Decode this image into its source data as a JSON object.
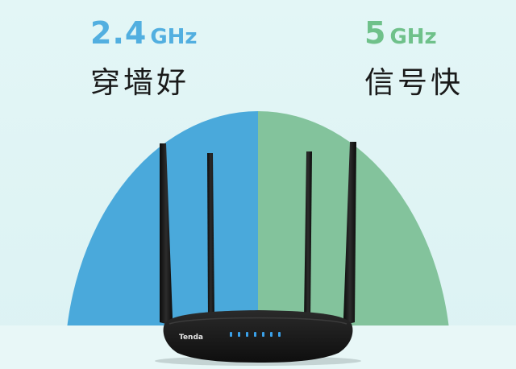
{
  "left_band": {
    "frequency": "2.4",
    "unit": "GHz",
    "tagline": "穿墙好",
    "color": "#52afe0",
    "fill": "#4aa9db"
  },
  "right_band": {
    "frequency": "5",
    "unit": "GHz",
    "tagline": "信号快",
    "color": "#6fc18a",
    "fill": "#83c39c"
  },
  "router": {
    "brand": "Tenda",
    "body_color": "#1c1c1c",
    "led_color": "#3aa0e8"
  }
}
